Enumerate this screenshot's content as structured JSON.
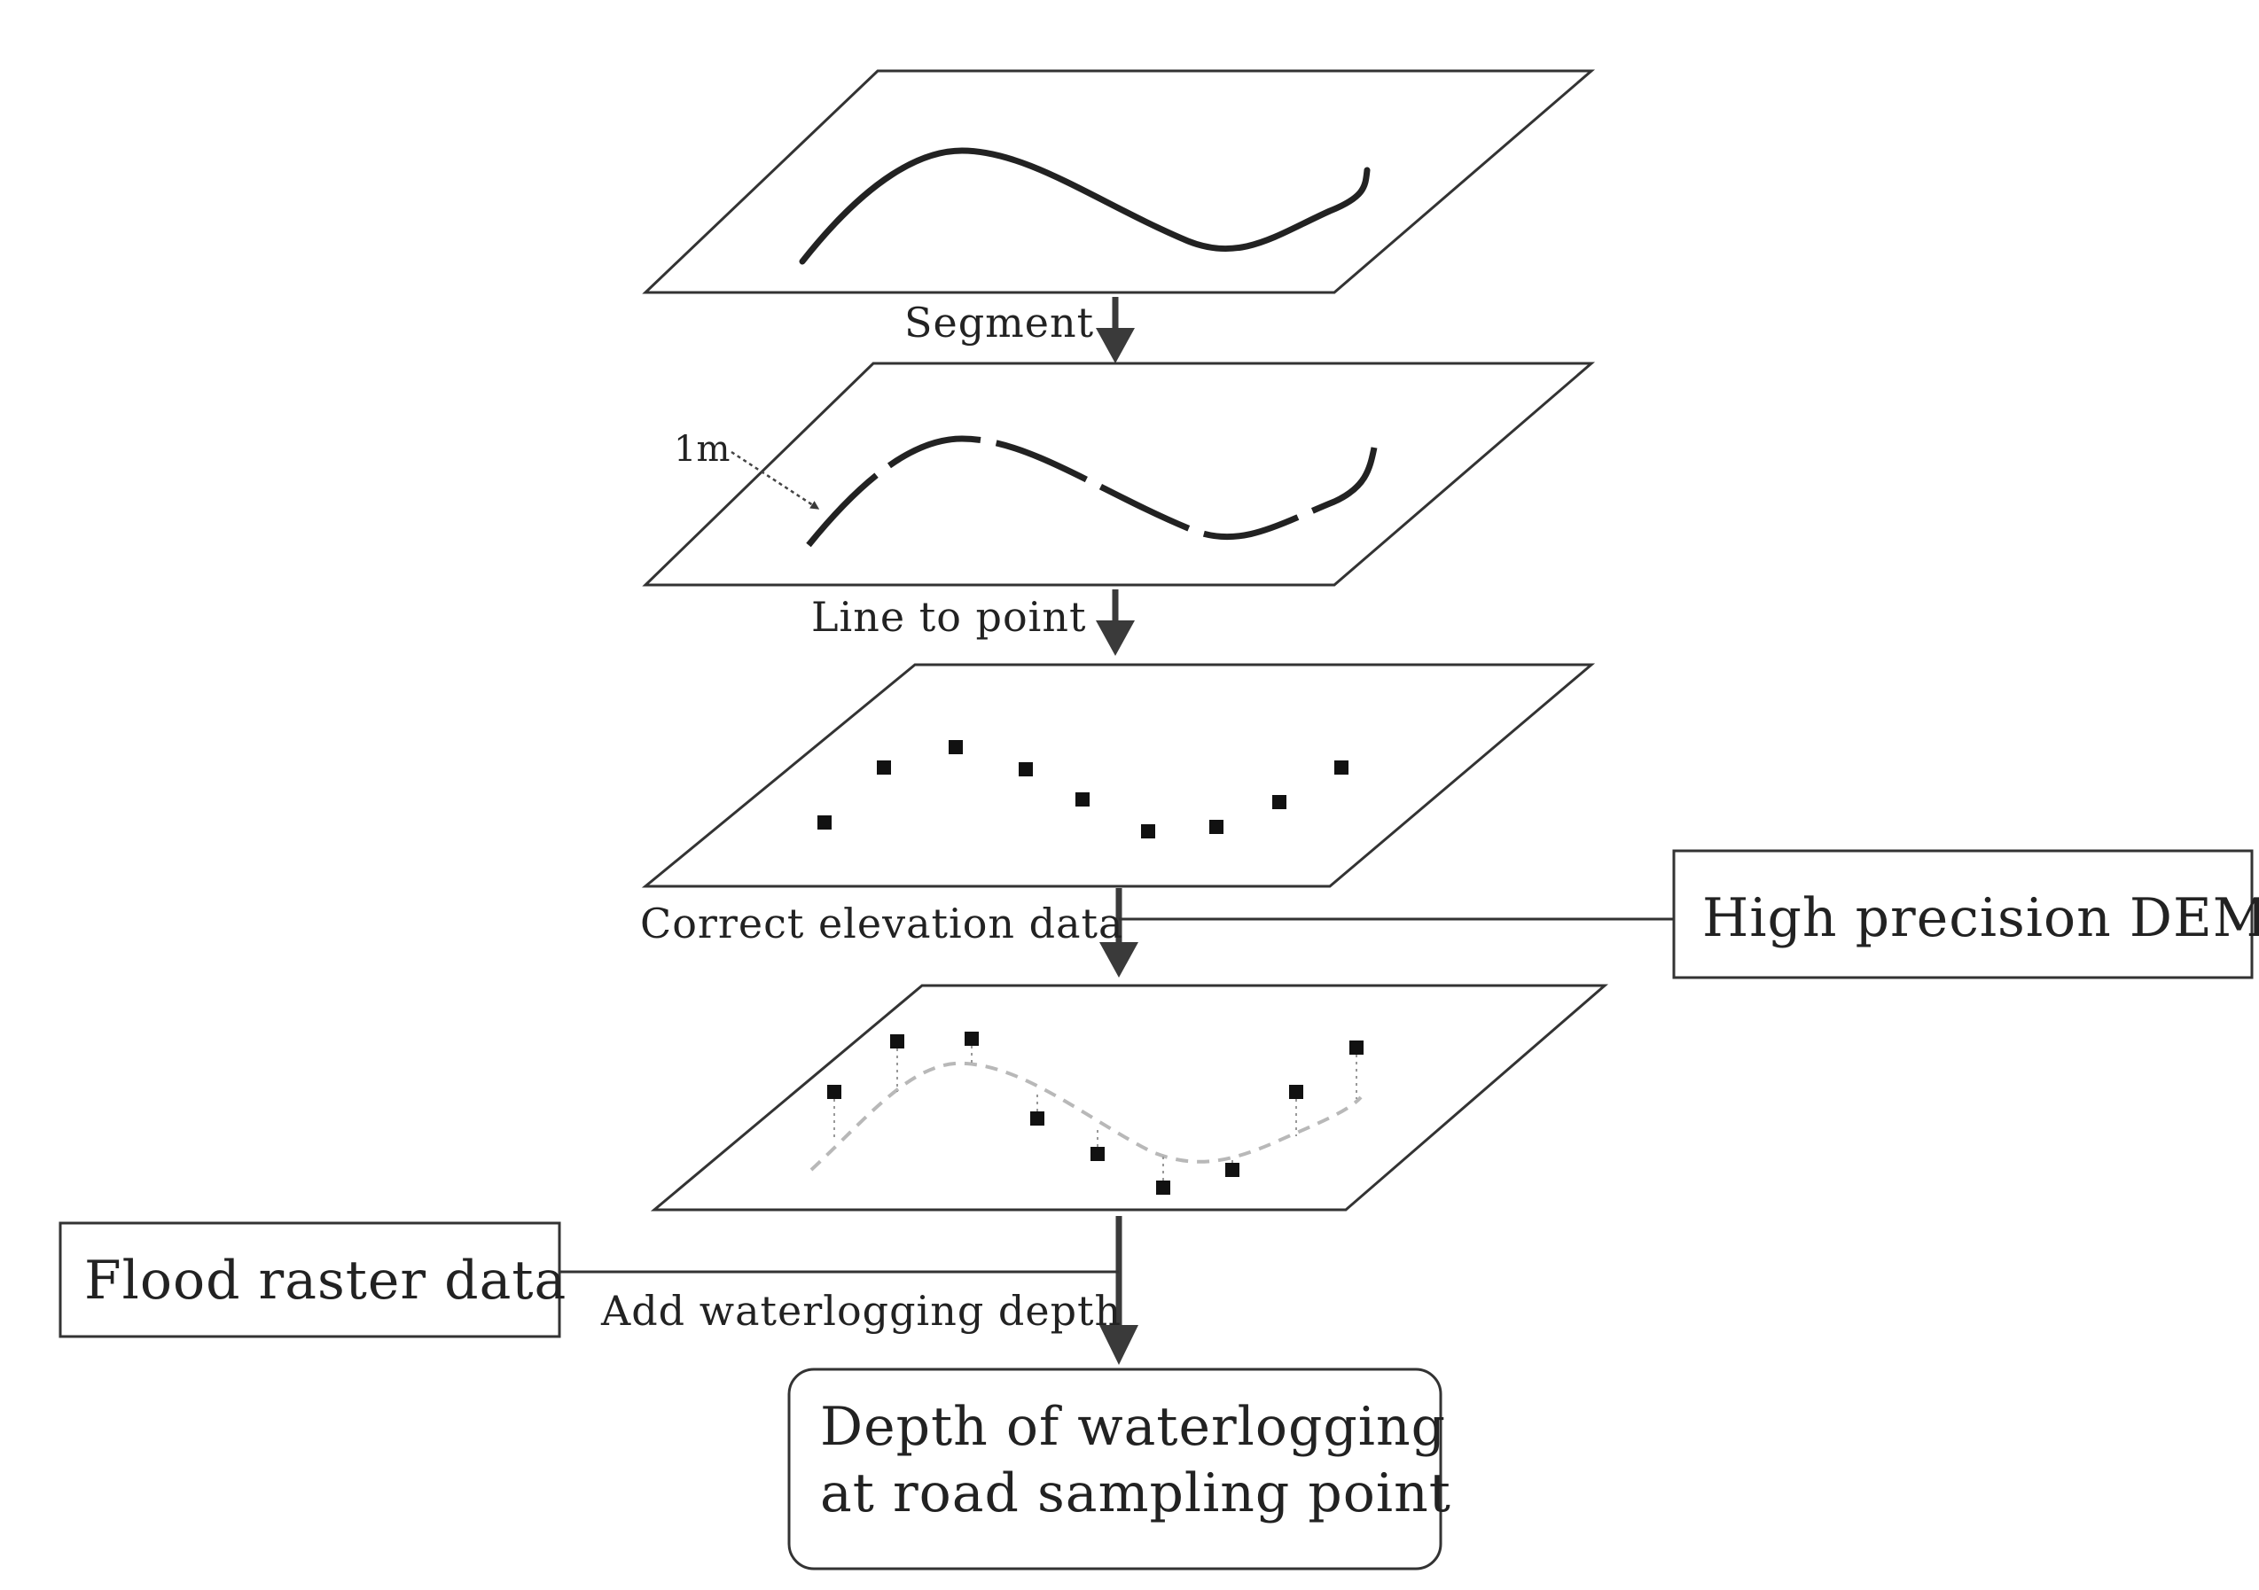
{
  "steps": {
    "segment": "Segment",
    "line_to_point": "Line to  point",
    "correct_elevation": "Correct elevation data",
    "add_depth": "Add waterlogging depth"
  },
  "segment_annotation": "1m",
  "inputs": {
    "dem": "High precision DEM",
    "flood": "Flood raster data"
  },
  "output": {
    "line1": "Depth of waterlogging",
    "line2": "at road sampling point"
  },
  "colors": {
    "background": "#ffffff",
    "stroke": "#333333",
    "arrow": "#3a3a3a",
    "points": "#111111",
    "dashed_curve": "#b8b8b8"
  }
}
